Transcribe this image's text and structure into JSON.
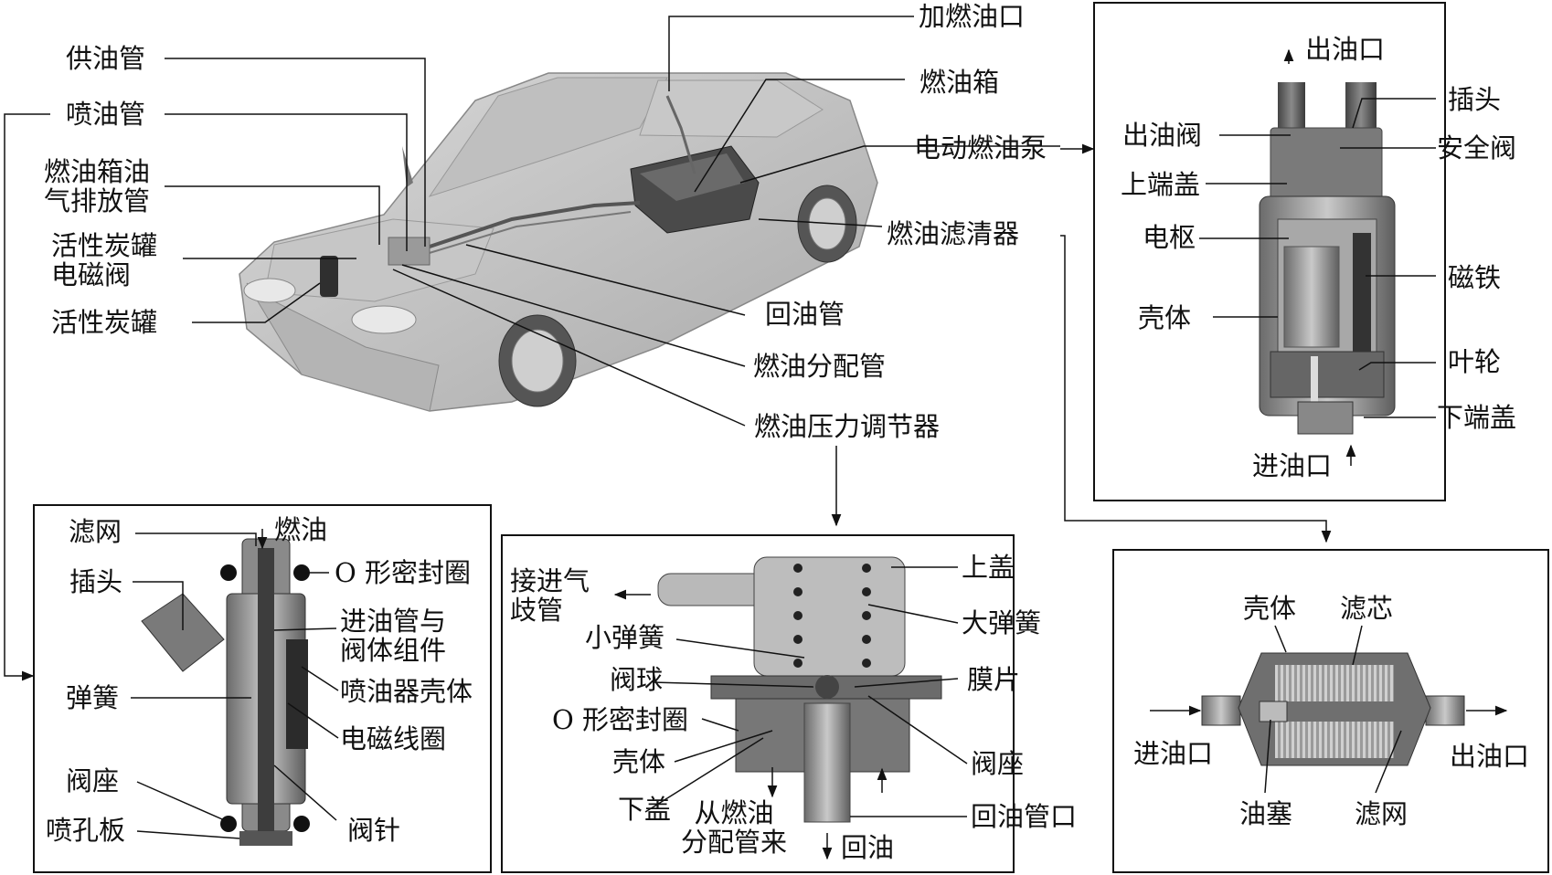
{
  "car": {
    "labels": {
      "supply_pipe": "供油管",
      "injector_pipe": "喷油管",
      "tank_vent_pipe_l1": "燃油箱油",
      "tank_vent_pipe_l2": "气排放管",
      "canister_valve_l1": "活性炭罐",
      "canister_valve_l2": "电磁阀",
      "canister": "活性炭罐",
      "filler_inlet": "加燃油口",
      "fuel_tank": "燃油箱",
      "electric_pump": "电动燃油泵",
      "fuel_filter": "燃油滤清器",
      "return_pipe": "回油管",
      "fuel_rail": "燃油分配管",
      "pressure_regulator": "燃油压力调节器"
    }
  },
  "pump_panel": {
    "labels": {
      "outlet_top": "出油口",
      "plug": "插头",
      "outlet_valve": "出油阀",
      "safety_valve": "安全阀",
      "upper_cap": "上端盖",
      "armature": "电枢",
      "magnet": "磁铁",
      "housing": "壳体",
      "impeller": "叶轮",
      "lower_cap": "下端盖",
      "inlet": "进油口"
    }
  },
  "injector_panel": {
    "labels": {
      "strainer": "滤网",
      "fuel": "燃油",
      "o_ring": "O 形密封圈",
      "plug": "插头",
      "inlet_assembly_l1": "进油管与",
      "inlet_assembly_l2": "阀体组件",
      "spring": "弹簧",
      "injector_body": "喷油器壳体",
      "coil": "电磁线圈",
      "valve_seat": "阀座",
      "nozzle_plate": "喷孔板",
      "needle": "阀针"
    }
  },
  "regulator_panel": {
    "labels": {
      "intake_l1": "接进气",
      "intake_l2": "歧管",
      "top_cover": "上盖",
      "big_spring": "大弹簧",
      "small_spring": "小弹簧",
      "ball": "阀球",
      "diaphragm": "膜片",
      "o_ring": "O 形密封圈",
      "housing": "壳体",
      "valve_seat": "阀座",
      "bottom_cover": "下盖",
      "from_rail_l1": "从燃油",
      "from_rail_l2": "分配管来",
      "return_port": "回油管口",
      "return": "回油"
    }
  },
  "filter_panel": {
    "labels": {
      "housing": "壳体",
      "element": "滤芯",
      "inlet": "进油口",
      "outlet": "出油口",
      "plug": "油塞",
      "screen": "滤网"
    }
  }
}
